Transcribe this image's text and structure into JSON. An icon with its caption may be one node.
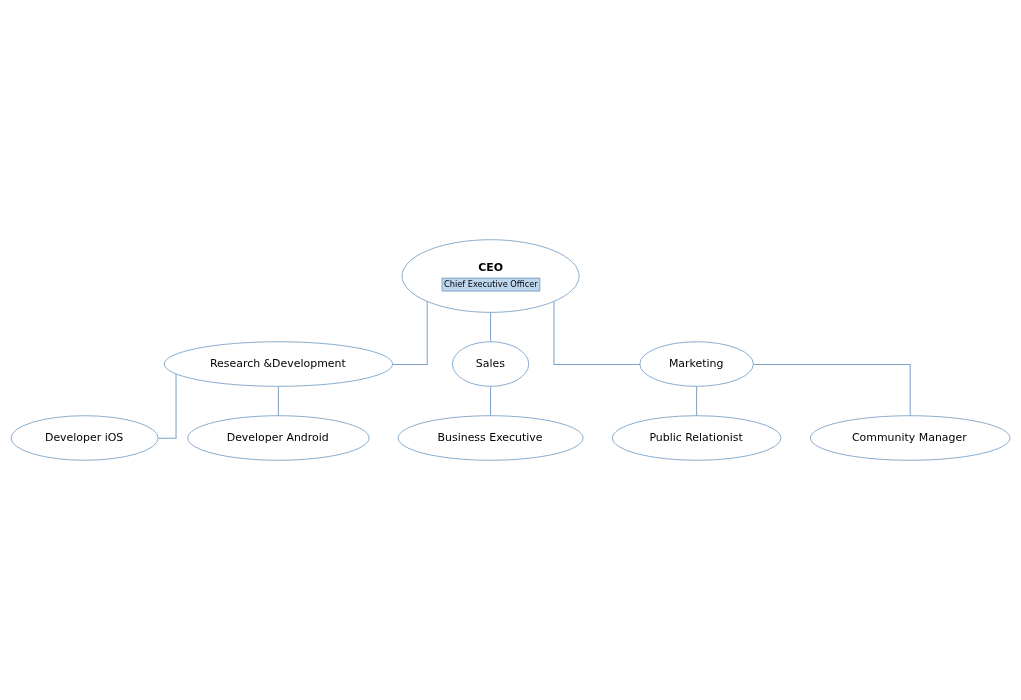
{
  "diagram": {
    "nodes": [
      {
        "text": [
          "CEO",
          "Chief Executive Officer"
        ]
      },
      {
        "text": [
          "Research &Development"
        ]
      },
      {
        "text": [
          "Sales"
        ]
      },
      {
        "text": [
          "Marketing"
        ]
      },
      {
        "text": [
          "Developer iOS"
        ]
      },
      {
        "text": [
          "Developer Android"
        ]
      },
      {
        "text": [
          "Business Executive"
        ]
      },
      {
        "text": [
          "Public Relationist"
        ]
      },
      {
        "text": [
          "Community Manager"
        ]
      }
    ],
    "edges": [
      {
        "from": 0,
        "to": 1,
        "arrow": "none"
      },
      {
        "from": 0,
        "to": 2,
        "arrow": "none"
      },
      {
        "from": 0,
        "to": 3,
        "arrow": "none"
      },
      {
        "from": 1,
        "to": 4,
        "arrow": "none"
      },
      {
        "from": 1,
        "to": 5,
        "arrow": "none"
      },
      {
        "from": 2,
        "to": 6,
        "arrow": "none"
      },
      {
        "from": 3,
        "to": 7,
        "arrow": "none"
      },
      {
        "from": 3,
        "to": 8,
        "arrow": "none"
      }
    ]
  }
}
